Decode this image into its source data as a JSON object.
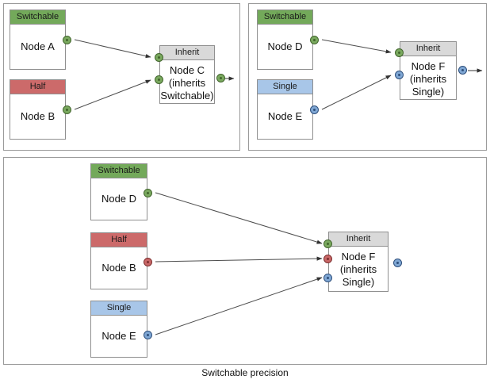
{
  "diagram": {
    "caption": "Switchable precision",
    "colors": {
      "switchable": "#73a95a",
      "half": "#cc6a6a",
      "single": "#a8c6e8",
      "inherit": "#d9d9d9",
      "port_green": "#7aa95f",
      "port_red": "#c86767",
      "port_blue": "#7fa7d4",
      "edge": "#4d4d4d",
      "panel_border": "#9a9a9a"
    },
    "panels": [
      {
        "id": "panel-top-left",
        "nodes": [
          {
            "id": "node-a",
            "header": "Switchable",
            "body": "Node A"
          },
          {
            "id": "node-b",
            "header": "Half",
            "body": "Node B"
          },
          {
            "id": "node-c",
            "header": "Inherit",
            "body": "Node C\n(inherits\nSwitchable)"
          }
        ],
        "edges": [
          {
            "from": "node-a",
            "to": "node-c",
            "port_color": "green"
          },
          {
            "from": "node-b",
            "to": "node-c",
            "port_color": "green"
          }
        ]
      },
      {
        "id": "panel-top-right",
        "nodes": [
          {
            "id": "node-d",
            "header": "Switchable",
            "body": "Node D"
          },
          {
            "id": "node-e",
            "header": "Single",
            "body": "Node E"
          },
          {
            "id": "node-f",
            "header": "Inherit",
            "body": "Node F\n(inherits\nSingle)"
          }
        ],
        "edges": [
          {
            "from": "node-d",
            "to": "node-f",
            "port_color": "green"
          },
          {
            "from": "node-e",
            "to": "node-f",
            "port_color": "blue"
          }
        ]
      },
      {
        "id": "panel-bottom",
        "nodes": [
          {
            "id": "node-d2",
            "header": "Switchable",
            "body": "Node D"
          },
          {
            "id": "node-b2",
            "header": "Half",
            "body": "Node B"
          },
          {
            "id": "node-e2",
            "header": "Single",
            "body": "Node E"
          },
          {
            "id": "node-f2",
            "header": "Inherit",
            "body": "Node F\n(inherits\nSingle)"
          }
        ],
        "edges": [
          {
            "from": "node-d2",
            "to": "node-f2",
            "port_color": "green"
          },
          {
            "from": "node-b2",
            "to": "node-f2",
            "port_color": "red"
          },
          {
            "from": "node-e2",
            "to": "node-f2",
            "port_color": "blue"
          }
        ]
      }
    ],
    "labels": {
      "switchable": "Switchable",
      "half": "Half",
      "single": "Single",
      "inherit": "Inherit",
      "node_a": "Node A",
      "node_b": "Node B",
      "node_c": "Node C\n(inherits\nSwitchable)",
      "node_d": "Node D",
      "node_e": "Node E",
      "node_f": "Node F\n(inherits\nSingle)"
    }
  }
}
